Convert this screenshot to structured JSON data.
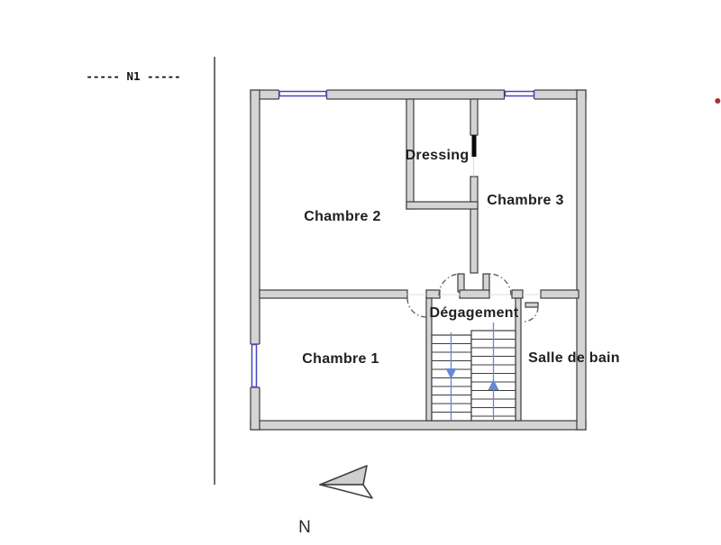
{
  "annotations": {
    "level_label": "----- N1 -----",
    "north_label": "N"
  },
  "plan": {
    "rooms": {
      "chambre1": {
        "label": "Chambre 1"
      },
      "chambre2": {
        "label": "Chambre 2"
      },
      "chambre3": {
        "label": "Chambre 3"
      },
      "dressing": {
        "label": "Dressing"
      },
      "degagement": {
        "label": "Dégagement"
      },
      "salle_de_bain": {
        "label": "Salle de bain"
      }
    },
    "features": {
      "windows_count": 3,
      "stair_flights": 2
    }
  },
  "colors": {
    "wall_fill": "#d4d4d4",
    "wall_outline": "#3c3c3c",
    "window_blue": "#4646c2",
    "stair_blue": "#6688d8",
    "door_leaf_black": "#0a0a0a",
    "marker_red": "#a63030",
    "label_text": "#1f1f1f"
  }
}
